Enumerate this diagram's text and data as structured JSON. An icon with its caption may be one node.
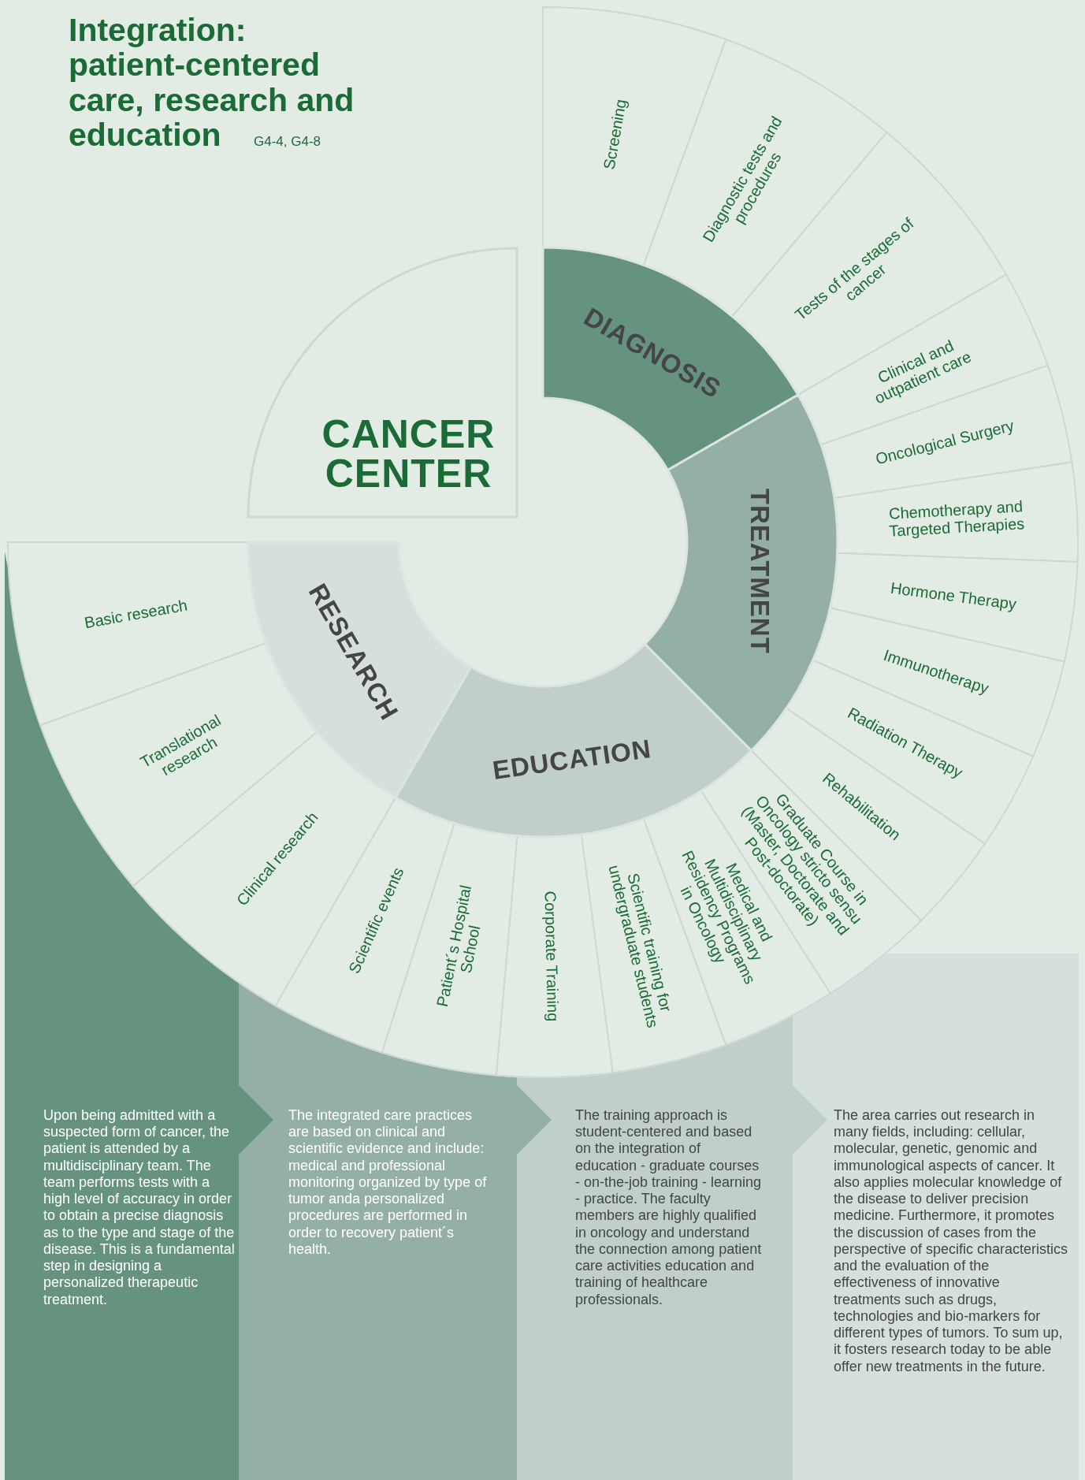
{
  "diagram": {
    "title": "Integration: patient-centered care, research and education",
    "nodes": [
      {
        "text": [
          "CANCER CENTER"
        ]
      },
      {
        "text": [
          "DIAGNOSIS"
        ]
      },
      {
        "text": [
          "Screening"
        ]
      },
      {
        "text": [
          "Diagnostic tests and procedures"
        ]
      },
      {
        "text": [
          "Tests of the stages of cancer"
        ]
      },
      {
        "text": [
          "TREATMENT"
        ]
      },
      {
        "text": [
          "Clinical and outpatient care"
        ]
      },
      {
        "text": [
          "Oncological Surgery"
        ]
      },
      {
        "text": [
          "Chemotherapy and Targeted Therapies"
        ]
      },
      {
        "text": [
          "Hormone Therapy"
        ]
      },
      {
        "text": [
          "Immunotherapy"
        ]
      },
      {
        "text": [
          "Radiation Therapy"
        ]
      },
      {
        "text": [
          "Rehabilitation"
        ]
      },
      {
        "text": [
          "EDUCATION"
        ]
      },
      {
        "text": [
          "Graduate Course in Oncology stricto sensu (Master, Doctorate and Post-doctorate)"
        ]
      },
      {
        "text": [
          "Medical and Multidisciplinary Residency Programs in Oncology"
        ]
      },
      {
        "text": [
          "Scientific training for undergraduate students"
        ]
      },
      {
        "text": [
          "Corporate Training"
        ]
      },
      {
        "text": [
          "Patient´s Hospital School"
        ]
      },
      {
        "text": [
          "Scientific events"
        ]
      },
      {
        "text": [
          "RESEARCH"
        ]
      },
      {
        "text": [
          "Clinical research"
        ]
      },
      {
        "text": [
          "Translational research"
        ]
      },
      {
        "text": [
          "Basic research"
        ]
      },
      {
        "text": [
          "Upon being admitted with a suspected form of cancer, the patient is attended by a multidisciplinary team. The team performs tests with a high level of accuracy in order to obtain a precise diagnosis as to the type and stage of the disease. This is a fundamental step in designing a personalized therapeutic treatment."
        ]
      },
      {
        "text": [
          "The integrated care practices are based on clinical and scientific evidence and include: medical and professional monitoring organized by type of tumor anda personalized procedures are performed in order to recovery patient´s health."
        ]
      },
      {
        "text": [
          "The training approach is student-centered and based on the integration of education - graduate courses - on-the-job training - learning - practice. The faculty members are highly qualified in oncology and understand the connection among patient care activities education and training of healthcare professionals."
        ]
      },
      {
        "text": [
          "The area carries out research in many fields, including: cellular, molecular, genetic, genomic and immunological aspects of cancer. It also applies molecular knowledge of the disease to deliver precision medicine. Furthermore, it promotes the discussion of cases from the perspective of specific characteristics and the evaluation of the effectiveness of innovative treatments such as drugs, technologies and bio-markers for different types of tumors. To sum up, it fosters research today to be able offer new treatments in the future."
        ]
      }
    ],
    "edges": [],
    "labels": [
      "G4-4, G4-8"
    ]
  }
}
